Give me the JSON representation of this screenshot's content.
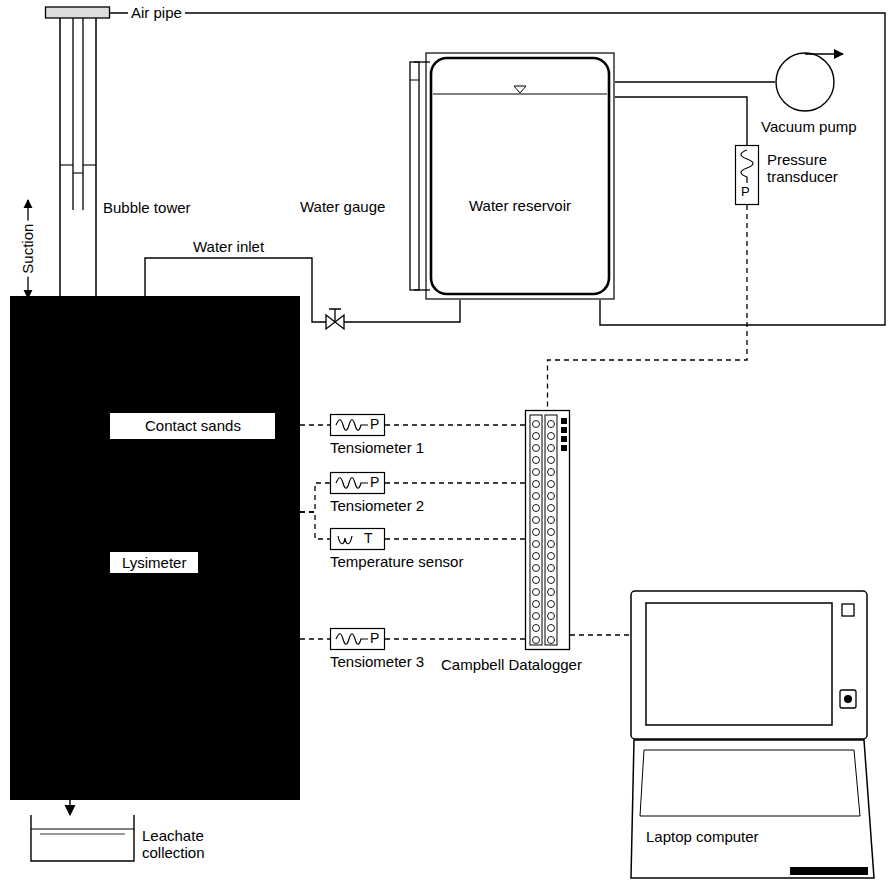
{
  "diagram": {
    "nodes": [
      {
        "text": [
          "Lysimeter"
        ]
      },
      {
        "text": [
          "Contact sands"
        ],
        "in": 0
      },
      {
        "text": [
          "Bubble tower"
        ]
      },
      {
        "text": [
          "Water reservoir"
        ]
      },
      {
        "text": [
          "Vacuum pump"
        ]
      },
      {
        "text": [
          "P",
          "Pressure transducer"
        ]
      },
      {
        "text": [
          "P",
          "Tensiometer 1"
        ]
      },
      {
        "text": [
          "P",
          "Tensiometer 2"
        ]
      },
      {
        "text": [
          "T",
          "Temperature sensor"
        ]
      },
      {
        "text": [
          "P",
          "Tensiometer 3"
        ]
      },
      {
        "text": [
          "Campbell Datalogger"
        ]
      },
      {
        "text": [
          "Laptop computer"
        ]
      },
      {
        "text": [
          "Leachate collection"
        ]
      }
    ],
    "edges": [
      {
        "from": 2,
        "to": 3,
        "label": "Air pipe",
        "arrow": "none"
      },
      {
        "from": 3,
        "to": 4,
        "arrow": "none"
      },
      {
        "from": 3,
        "to": 5,
        "arrow": "none"
      },
      {
        "from": 0,
        "to": 3,
        "label": "Water inlet",
        "arrow": "none"
      },
      {
        "from": 0,
        "to": 12,
        "arrow": "to"
      },
      {
        "from": 0,
        "to": 6,
        "arrow": "none"
      },
      {
        "from": 0,
        "to": 7,
        "arrow": "none"
      },
      {
        "from": 0,
        "to": 8,
        "arrow": "none"
      },
      {
        "from": 0,
        "to": 9,
        "arrow": "none"
      },
      {
        "from": 6,
        "to": 10,
        "arrow": "none"
      },
      {
        "from": 7,
        "to": 10,
        "arrow": "none"
      },
      {
        "from": 8,
        "to": 10,
        "arrow": "none"
      },
      {
        "from": 9,
        "to": 10,
        "arrow": "none"
      },
      {
        "from": 5,
        "to": 10,
        "arrow": "none"
      },
      {
        "from": 10,
        "to": 11,
        "arrow": "none"
      }
    ],
    "labels": [
      "Suction",
      "Water gauge"
    ]
  }
}
